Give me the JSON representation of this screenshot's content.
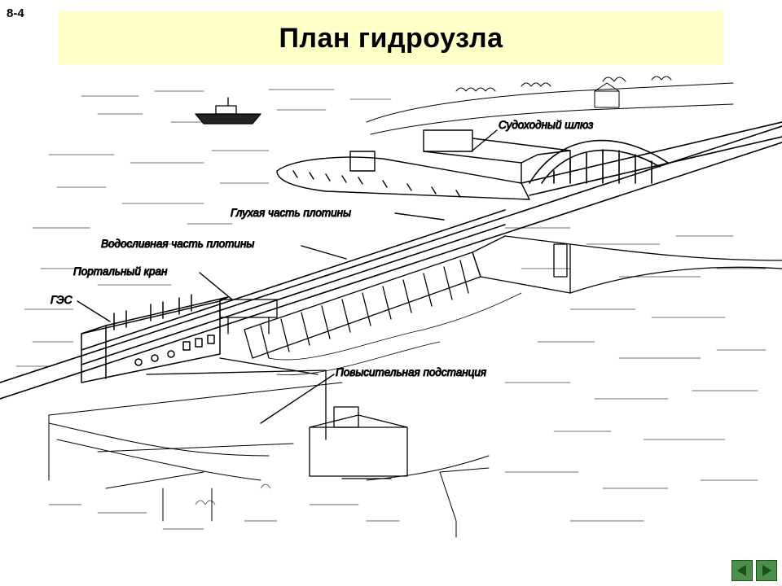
{
  "slide": {
    "number": "8-4",
    "title": "План гидроузла"
  },
  "labels": {
    "lock": "Судоходный шлюз",
    "blind": "Глухая часть плотины",
    "spill": "Водосливная часть плотины",
    "crane": "Портальный кран",
    "hes": "ГЭС",
    "substation": "Повысительная подстанция"
  },
  "colors": {
    "title_bg": "#ffffc8",
    "nav_button": "#4a8f4a"
  },
  "navigation": {
    "prev": "triangle-left-icon",
    "next": "triangle-right-icon"
  }
}
